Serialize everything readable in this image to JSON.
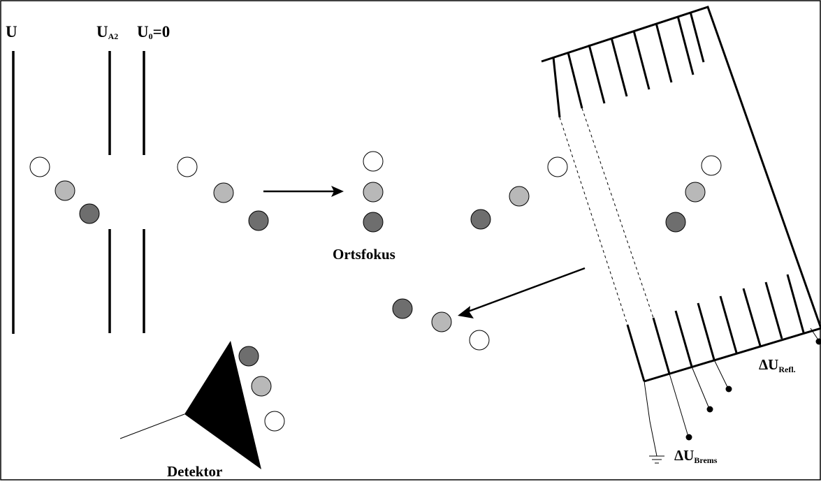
{
  "labels": {
    "u": "U",
    "ua2_main": "U",
    "ua2_sub": "A2",
    "u0_main": "U",
    "u0_sub": "0",
    "u0_suffix": "=0",
    "ortsfokus": "Ortsfokus",
    "detektor": "Detektor",
    "delta_u_brems_main": "ΔU",
    "delta_u_brems_sub": "Brems",
    "delta_u_refl_main": "ΔU",
    "delta_u_refl_sub": "Refl."
  },
  "colors": {
    "ion_light": "#ffffff",
    "ion_medium": "#b8b8b8",
    "ion_heavy": "#6e6e6e",
    "line": "#000000",
    "border": "#000000"
  }
}
